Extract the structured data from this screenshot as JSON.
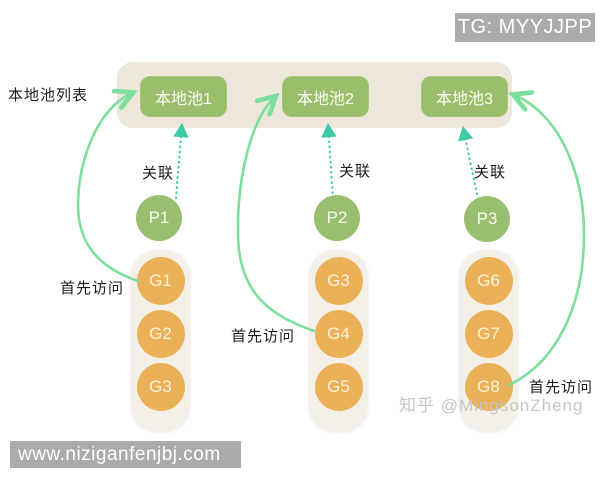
{
  "badges": {
    "tg_label": "TG: MYYJJPP",
    "url_label": "www.niziganfenjbj.com"
  },
  "watermark": "知乎 @MingsonZheng",
  "diagram": {
    "pool_list_label": "本地池列表",
    "pools": [
      {
        "label": "本地池1"
      },
      {
        "label": "本地池2"
      },
      {
        "label": "本地池3"
      }
    ],
    "processors": [
      {
        "label": "P1"
      },
      {
        "label": "P2"
      },
      {
        "label": "P3"
      }
    ],
    "g_columns": [
      {
        "goroutines": [
          "G1",
          "G2",
          "G3"
        ]
      },
      {
        "goroutines": [
          "G3",
          "G4",
          "G5"
        ]
      },
      {
        "goroutines": [
          "G6",
          "G7",
          "G8"
        ]
      }
    ],
    "edge_labels": {
      "associate": "关联",
      "first_access": "首先访问"
    }
  },
  "colors": {
    "arrow-green": "#7DDE9D",
    "dotted-teal": "#3EC9A7",
    "pool-green": "#9BBE6C",
    "p-green": "#9ABE70",
    "g-orange": "#EBB158",
    "panel-beige": "#EDE6DB",
    "column-beige": "#F4EFE7",
    "badge-gray": "#ABABAB",
    "watermark-gray": "#C6C6C6"
  }
}
